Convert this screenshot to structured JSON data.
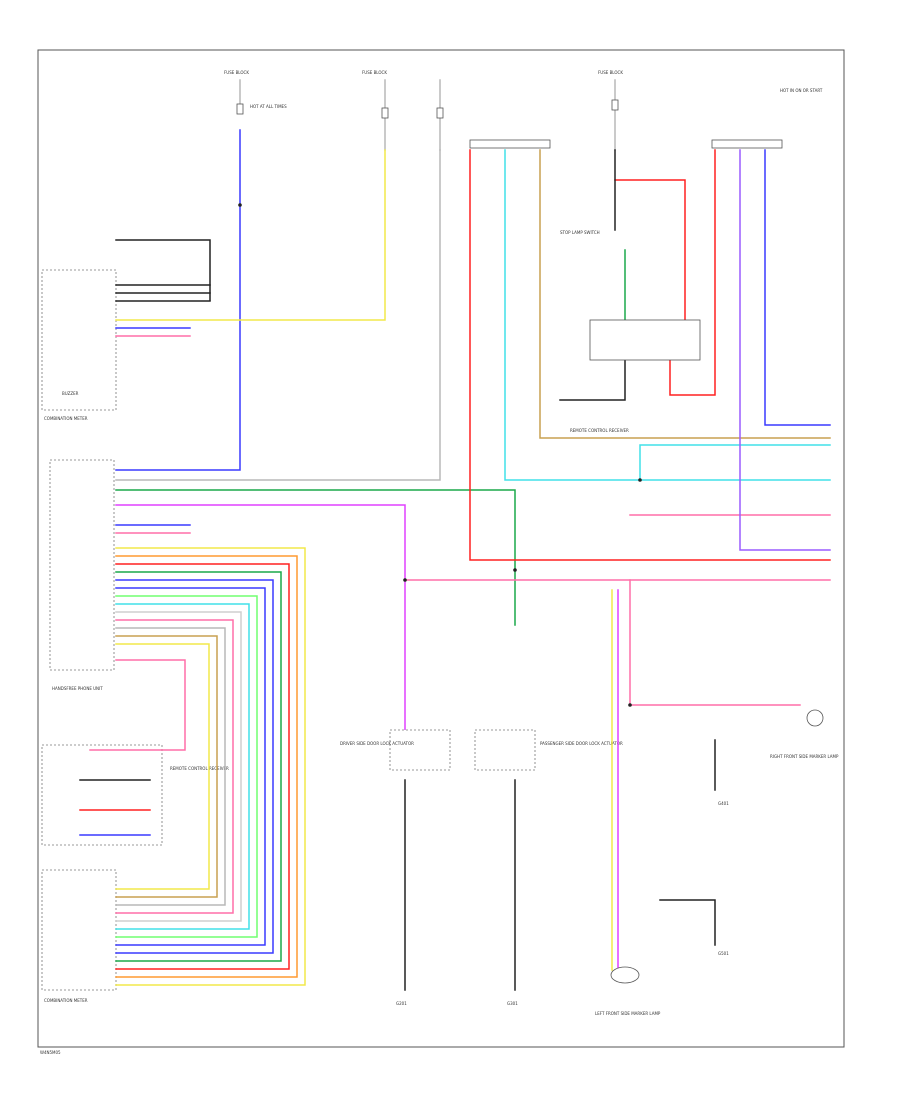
{
  "footer": {
    "code": "W4N5M05"
  },
  "colors": {
    "black": "#222222",
    "green": "#1aa84a",
    "pink": "#ff6fa8",
    "red": "#ff2020",
    "blue": "#3a3aff",
    "violet": "#9a5cff",
    "cyan": "#40e0e8",
    "yellow": "#f2e94a",
    "orange": "#ff9a30",
    "brown": "#a05a2c",
    "gray": "#b8b8b8"
  },
  "labels": {
    "fuses_left": "FUSE BLOCK",
    "fuses_mid": "FUSE BLOCK",
    "fuses_right": "FUSE BLOCK",
    "hot_at_all_times": "HOT AT ALL TIMES",
    "hot_in_on_or_start": "HOT IN ON OR START",
    "buzzer": "BUZZER",
    "handsfree": "HANDSFREE PHONE UNIT",
    "receiver": "REMOTE CONTROL RECEIVER",
    "combination_meter": "COMBINATION METER",
    "door_lock_actuator_l": "DRIVER SIDE DOOR LOCK ACTUATOR",
    "door_lock_actuator_r": "PASSENGER SIDE DOOR LOCK ACTUATOR",
    "stop_lamp_switch": "STOP LAMP SWITCH",
    "left_front_side": "LEFT FRONT SIDE MARKER LAMP",
    "right_front_side": "RIGHT FRONT SIDE MARKER LAMP",
    "ground_l": "G201",
    "ground_r": "G301",
    "ground_c": "G401",
    "ground_d": "G501"
  }
}
